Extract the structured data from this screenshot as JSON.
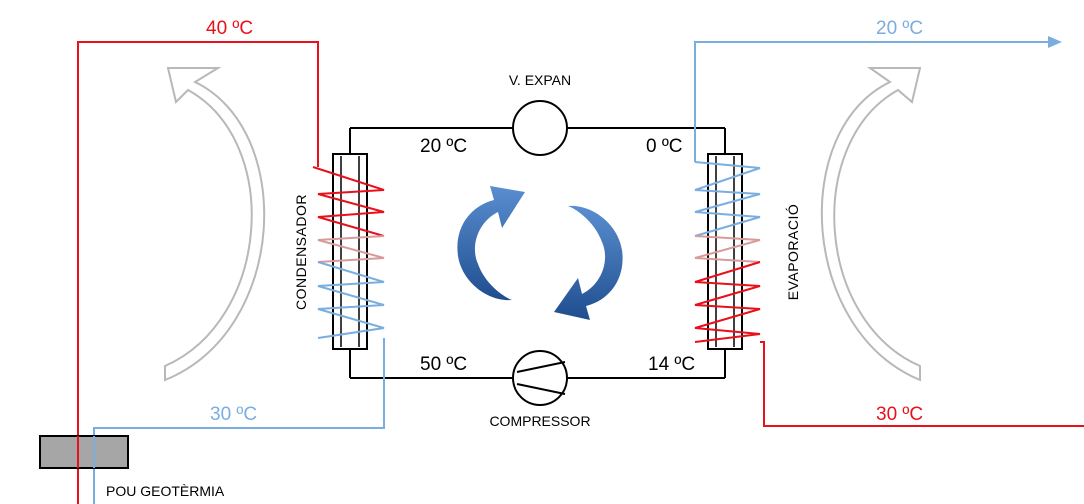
{
  "labels": {
    "hot_out": "40 ºC",
    "cold_out": "20 ºC",
    "cold_in": "30 ºC",
    "hot_in": "30 ºC",
    "cond_top": "20 ºC",
    "evap_top": "0 ºC",
    "cond_bottom": "50 ºC",
    "evap_bottom": "14 ºC",
    "valve": "V. EXPAN",
    "compressor": "COMPRESSOR",
    "condenser": "CONDENSADOR",
    "evaporator": "EVAPORACIÓ",
    "well": "POU  GEOTÈRMIA"
  },
  "colors": {
    "hot": "#e8111b",
    "cold": "#7aaee0",
    "warm_mid": "#d99a9a",
    "circuit": "#000000",
    "cycle_arrow": "#3b6bb1",
    "heat_arrow": "#b8b8b8",
    "well_fill": "#a6a6a6"
  }
}
